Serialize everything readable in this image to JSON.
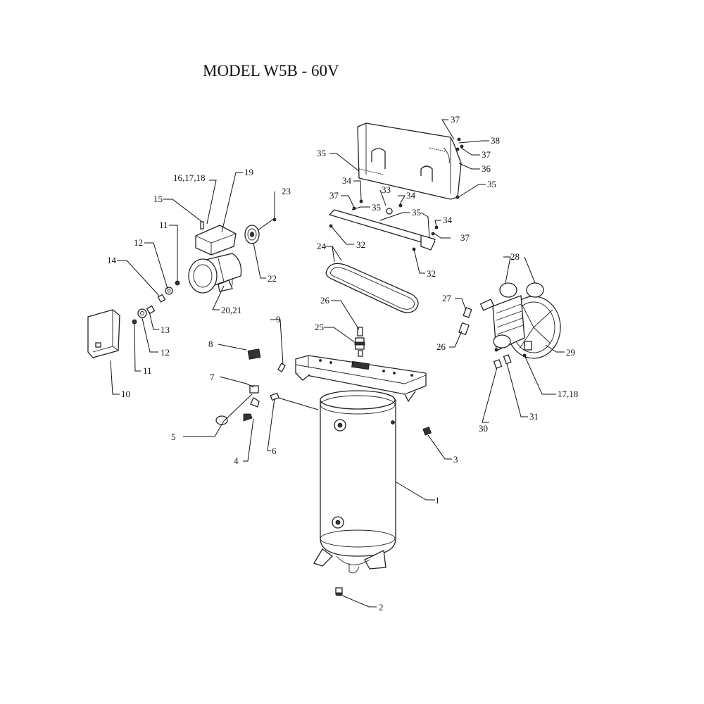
{
  "title": "MODEL W5B - 60V",
  "callouts": {
    "c1": "1",
    "c2": "2",
    "c3": "3",
    "c4": "4",
    "c5": "5",
    "c6": "6",
    "c7": "7",
    "c8": "8",
    "c9": "9",
    "c10": "10",
    "c11a": "11",
    "c11b": "11",
    "c12a": "12",
    "c12b": "12",
    "c13": "13",
    "c14": "14",
    "c15": "15",
    "c16": "16,17,18",
    "c19": "19",
    "c20": "20,21",
    "c22": "22",
    "c23": "23",
    "c24": "24",
    "c25": "25",
    "c26a": "26",
    "c26b": "26",
    "c27": "27",
    "c28": "28",
    "c29": "29",
    "c30": "30",
    "c31": "31",
    "c17": "17,18",
    "c32a": "32",
    "c32b": "32",
    "c33": "33",
    "c34a": "34",
    "c34b": "34",
    "c34c": "34",
    "c35a": "35",
    "c35b": "35",
    "c35c": "35",
    "c35d": "35",
    "c36": "36",
    "c37a": "37",
    "c37b": "37",
    "c37c": "37",
    "c37d": "37",
    "c38": "38"
  }
}
